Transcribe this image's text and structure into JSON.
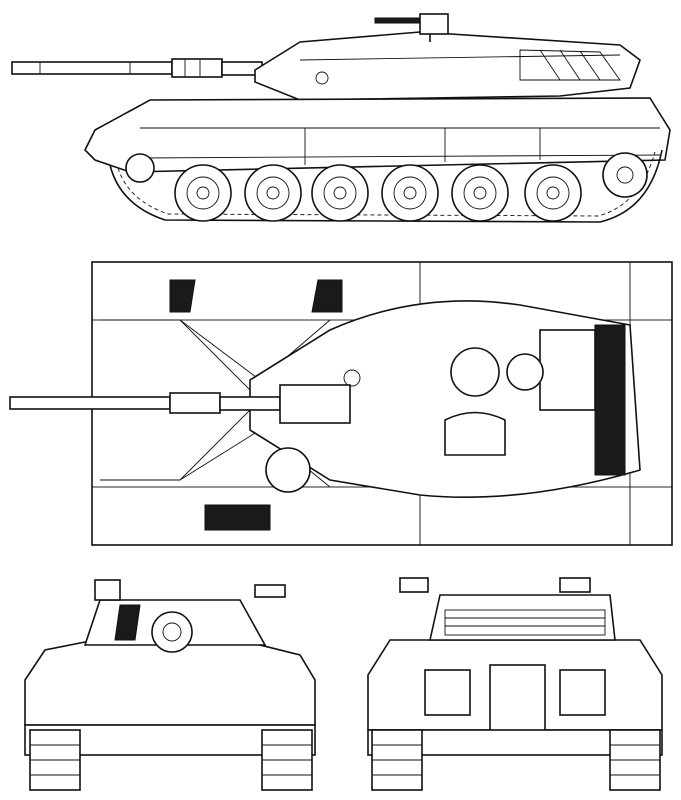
{
  "drawing": {
    "views": [
      "side",
      "top",
      "front",
      "rear"
    ],
    "line_color": "#111111",
    "background_color": "#ffffff"
  }
}
